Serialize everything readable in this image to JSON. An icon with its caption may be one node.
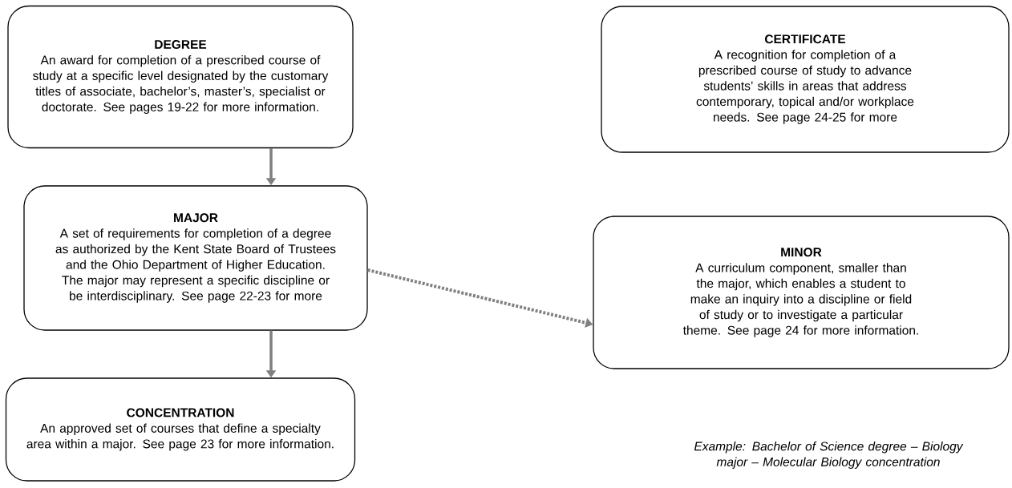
{
  "diagram": {
    "nodes": [
      {
        "text": [
          "DEGREE",
          "An award for completion of a prescribed course of study at a specific level designated by the customary titles of associate, bachelor’s, master’s, specialist or doctorate. See pages 19-22 for more information."
        ]
      },
      {
        "text": [
          "CERTIFICATE",
          "A recognition for completion of a prescribed course of study to advance students’ skills in areas that address contemporary, topical and/or workplace needs. See page 24-25 for more"
        ]
      },
      {
        "text": [
          "MAJOR",
          "A set of requirements for completion of a degree as authorized by the Kent State Board of Trustees and the Ohio Department of Higher Education. The major may represent a specific discipline or be interdisciplinary. See page 22-23 for more"
        ]
      },
      {
        "text": [
          "MINOR",
          "A curriculum component, smaller than the major, which enables a student to make an inquiry into a discipline or field of study or to investigate a particular theme. See page 24 for more information."
        ]
      },
      {
        "text": [
          "CONCENTRATION",
          "An approved set of courses that define a specialty area within a major. See page 23 for more information."
        ]
      }
    ],
    "edges": [
      {
        "from": 0,
        "to": 2,
        "arrow": "to"
      },
      {
        "from": 2,
        "to": 3,
        "arrow": "to",
        "style": "dashed"
      },
      {
        "from": 2,
        "to": 4,
        "arrow": "to"
      }
    ],
    "labels": [
      "Example: Bachelor of Science degree – Biology major – Molecular Biology concentration"
    ]
  }
}
